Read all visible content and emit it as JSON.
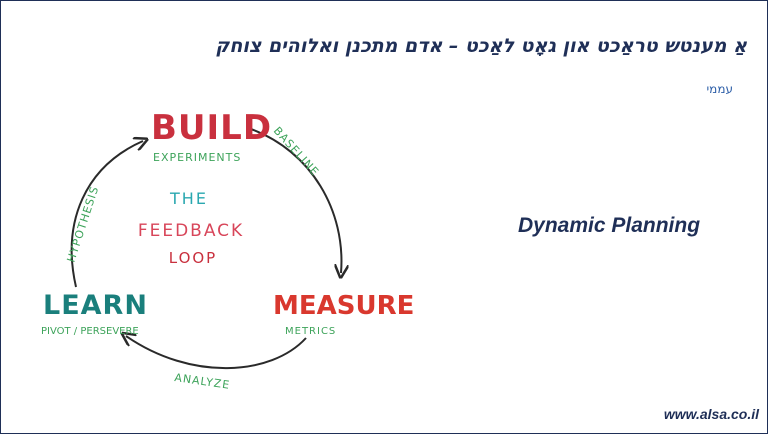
{
  "slide": {
    "title": "אַ מענטש טראַכט און גאָט לאַכט – אדם מתכנן ואלוהים צוחק",
    "subtitle": "עממי",
    "headline": "Dynamic Planning",
    "footer": "www.alsa.co.il"
  },
  "diagram": {
    "center": [
      "THE",
      "FEEDBACK",
      "LOOP"
    ],
    "nodes": {
      "build": {
        "label": "BUILD",
        "sublabel": "EXPERIMENTS"
      },
      "measure": {
        "label": "MEASURE",
        "sublabel": "METRICS"
      },
      "learn": {
        "label": "LEARN",
        "sublabel": "PIVOT / PERSEVERE"
      }
    },
    "edges": {
      "build_measure": "BASELINE",
      "measure_learn": "ANALYZE",
      "learn_build": "HYPOTHESIS"
    },
    "colors": {
      "build": "#c9303e",
      "measure": "#d9382e",
      "learn": "#1a7f7c",
      "sublabel": "#3da35a",
      "center_teal": "#2aa8b0",
      "center_red": "#d8465a",
      "arrow": "#2a2a2a"
    }
  }
}
